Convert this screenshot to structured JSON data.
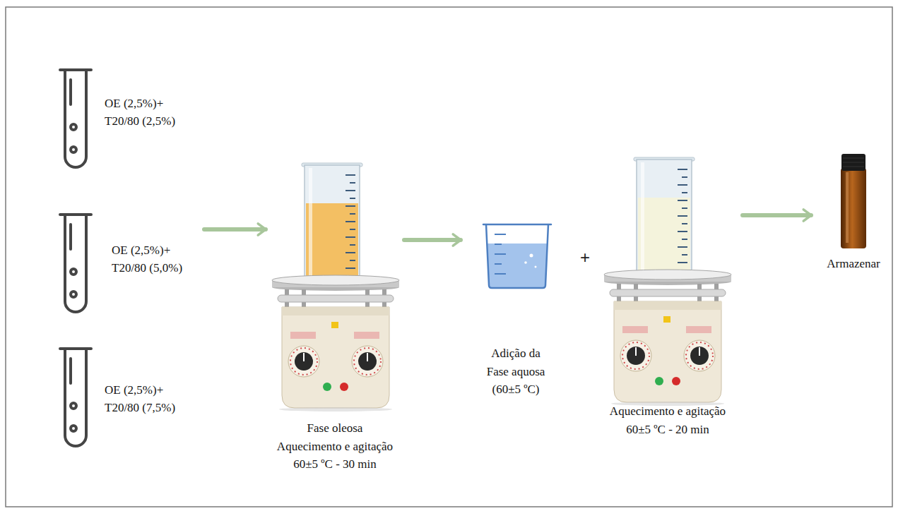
{
  "diagram": {
    "nodes": [
      {
        "text": [
          "OE (2,5%)+ T20/80 (2,5%)"
        ]
      },
      {
        "text": [
          "OE (2,5%)+ T20/80 (5,0%)"
        ]
      },
      {
        "text": [
          "OE (2,5%)+ T20/80 (7,5%)"
        ]
      },
      {
        "text": [
          "Fase oleosa",
          "Aquecimento e agitação 60±5 ºC - 30 min"
        ]
      },
      {
        "text": [
          "Adição da Fase aquosa (60±5 ºC)"
        ]
      },
      {
        "text": [
          "Aquecimento e agitação 60±5 ºC - 20 min"
        ]
      },
      {
        "text": [
          "Armazenar"
        ]
      }
    ],
    "edges": [
      {
        "from": 1,
        "to": 3,
        "arrow": "to"
      },
      {
        "from": 3,
        "to": 4,
        "arrow": "to"
      },
      {
        "from": 5,
        "to": 6,
        "arrow": "to"
      }
    ],
    "labels": [
      "+"
    ]
  }
}
